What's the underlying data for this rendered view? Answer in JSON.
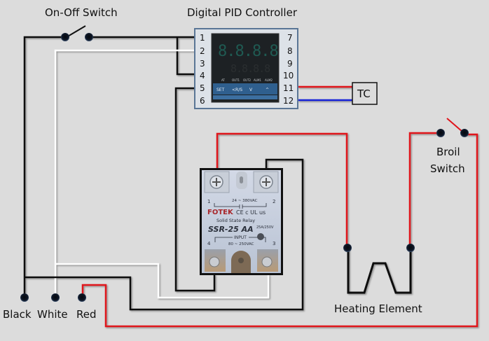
{
  "title": "PID Oven Controller Wiring Diagram",
  "labels": {
    "on_off_switch": "On-Off Switch",
    "pid_controller": "Digital PID Controller",
    "thermocouple": "TC",
    "broil_switch_line1": "Broil",
    "broil_switch_line2": "Switch",
    "heating_element": "Heating Element",
    "black": "Black",
    "white": "White",
    "red": "Red"
  },
  "pid": {
    "left_terminals": [
      "1",
      "2",
      "3",
      "4",
      "5",
      "6"
    ],
    "right_terminals": [
      "7",
      "8",
      "9",
      "10",
      "11",
      "12"
    ],
    "display_top": "8.8.8.8",
    "display_bottom": "8.8.8.8",
    "indicators": [
      "AT",
      "OUT1",
      "OUT2",
      "ALM1",
      "ALM2"
    ],
    "buttons": [
      "SET",
      "<R/S",
      "V",
      "^"
    ]
  },
  "ssr": {
    "brand": "FOTEK",
    "marks": "CE c UL us",
    "subtitle": "Solid State Relay",
    "model": "SSR-25 AA",
    "rating": "25A/250V",
    "output_range": "24 ~ 380VAC",
    "input_label": "INPUT",
    "input_range": "80 ~ 250VAC",
    "terminals": [
      "1",
      "2",
      "3",
      "4"
    ]
  },
  "colors": {
    "background": "#dcdcdc",
    "wire_black": "#111111",
    "wire_white": "#ffffff",
    "wire_red": "#e0141b",
    "wire_blue": "#1620d8",
    "node": "#0d1626",
    "pid_frame": "#5a7696"
  }
}
